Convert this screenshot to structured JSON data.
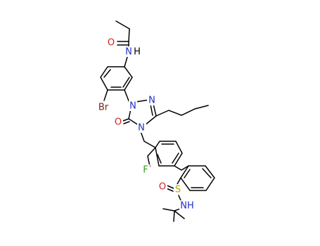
{
  "atom_labels": {
    "o_amide": "O",
    "nh_amide": "N",
    "nh_amide_h": "H",
    "br": "Br",
    "n1": "N",
    "n2": "N",
    "n4": "N",
    "o_triazolone": "O",
    "f": "F",
    "s": "S",
    "o_sulfonyl": "O",
    "nh_sulfonamide": "NH"
  },
  "colors": {
    "bond": "#000000",
    "oxygen": "#d61f1f",
    "nitrogen": "#1f2fc4",
    "bromine": "#7a2010",
    "fluorine": "#3a9a1f",
    "sulfur": "#b0a000"
  }
}
